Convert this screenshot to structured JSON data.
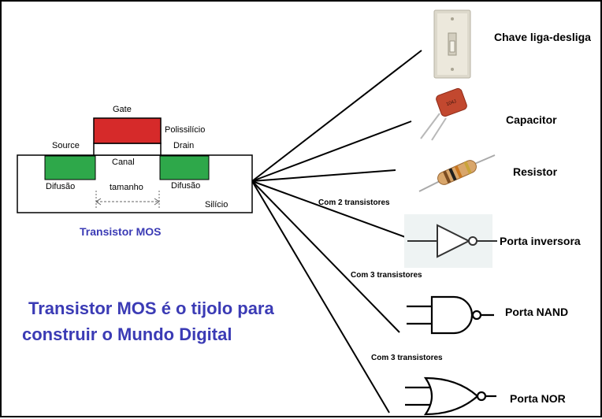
{
  "colors": {
    "accent_blue": "#3b3bb5",
    "gate_red": "#d62a2a",
    "diffusion_green": "#2ea84a"
  },
  "transistor": {
    "gate": "Gate",
    "polisilicio": "Polissilício",
    "source": "Source",
    "drain": "Drain",
    "canal": "Canal",
    "difusao_left": "Difusão",
    "difusao_right": "Difusão",
    "tamanho": "tamanho",
    "silicio": "Silício",
    "caption": "Transistor MOS"
  },
  "headline": {
    "line1": "Transistor MOS é o tijolo para",
    "line2": "construir o Mundo Digital"
  },
  "items": [
    {
      "label": "Chave liga-desliga",
      "icon": "light-switch-icon"
    },
    {
      "label": "Capacitor",
      "icon": "capacitor-icon"
    },
    {
      "label": "Resistor",
      "icon": "resistor-icon"
    },
    {
      "label": "Porta inversora",
      "icon": "inverter-gate-icon"
    },
    {
      "label": "Porta NAND",
      "icon": "nand-gate-icon"
    },
    {
      "label": "Porta NOR",
      "icon": "nor-gate-icon"
    }
  ],
  "notes": {
    "inverter": "Com 2 transistores",
    "nand": "Com 3 transistores",
    "nor": "Com 3 transistores"
  }
}
